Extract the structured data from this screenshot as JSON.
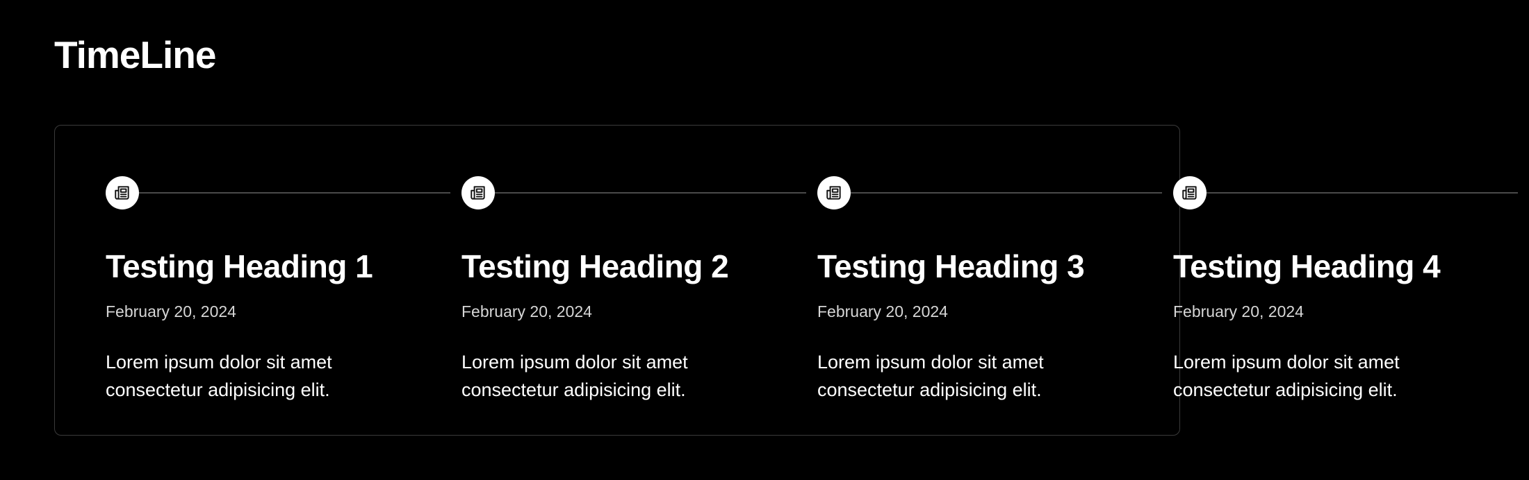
{
  "page": {
    "title": "TimeLine"
  },
  "timeline": {
    "items": [
      {
        "icon": "newspaper-icon",
        "heading": "Testing Heading 1",
        "date": "February 20, 2024",
        "body": "Lorem ipsum dolor sit amet consectetur adipisicing elit."
      },
      {
        "icon": "newspaper-icon",
        "heading": "Testing Heading 2",
        "date": "February 20, 2024",
        "body": "Lorem ipsum dolor sit amet consectetur adipisicing elit."
      },
      {
        "icon": "newspaper-icon",
        "heading": "Testing Heading 3",
        "date": "February 20, 2024",
        "body": "Lorem ipsum dolor sit amet consectetur adipisicing elit."
      },
      {
        "icon": "newspaper-icon",
        "heading": "Testing Heading 4",
        "date": "February 20, 2024",
        "body": "Lorem ipsum dolor sit amet consectetur adipisicing elit."
      }
    ]
  },
  "colors": {
    "background": "#000000",
    "text": "#ffffff",
    "date_text": "#d6d6d6",
    "border": "#3b3b3b",
    "connector": "#4a4a4a",
    "marker": "#ffffff"
  }
}
